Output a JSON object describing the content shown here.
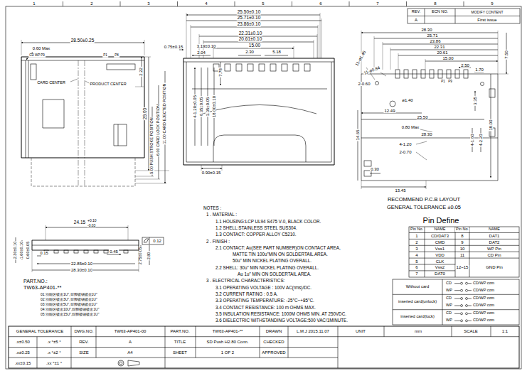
{
  "diagram": {
    "labels": [
      "1",
      "2",
      "3",
      "4",
      "5",
      "6",
      "7",
      "8",
      "9",
      "REV.",
      "ECN NO.",
      "MODIFY CONTENT",
      "A",
      "First issue",
      "28.50±0.25",
      "0.60 Max",
      "CD WP P9",
      "P1",
      "P8",
      "CARD CENTER",
      "PRODUCT CENTER",
      "2.22",
      "29.00",
      "5.00 PUSH STROKE POSITION",
      "6.00 CARD LOCK POSITION",
      "11.00 CARD EJECTED POSITION",
      "0.75±0.15",
      "25.50±0.10",
      "25.71±0.10",
      "23.86±0.10",
      "22.31±0.10",
      "20.61±0.10",
      "15.00",
      "3.19±0.10",
      "2.04",
      "2.30",
      "5.18",
      "7.78",
      "4-1.20±0.05",
      "6.35±0.05",
      "3.35±0.05",
      "18.00±0.10",
      "0.90±0.15",
      "28.30",
      "25.71",
      "23.86",
      "22.31",
      "20.61",
      "15.00",
      "2.50",
      "1.70",
      "P1",
      "P9",
      "7.50",
      "11-ø1.45",
      "11-ø0.84",
      "2-0.60",
      "ø1.40",
      "12.49",
      "25.50",
      "0.80 Max",
      "14.65",
      "28.30",
      "4-1.20",
      "2-0.70",
      "0.30",
      "13.45",
      "3.35",
      "4-1.60",
      "4-2.20",
      "18.00",
      "RECOMMEND P.C.B LAYOUT",
      "GENERAL TOLERANCE ±0.05",
      "24.15",
      "+0.10",
      "-0.03",
      "0.12",
      "2.30±0.10",
      "1.60±0.10",
      "0.60±0.05",
      "0.15",
      "0.45",
      "22.85±0.10",
      "28.30±0.10",
      "2.75±0.05",
      "2.80",
      "PART.NO.:",
      "TW63-AP401-**",
      "01:功能区镀金1U\",焊脚镀锡镀金1U\"",
      "02:功能区镀金3U\",焊脚镀锡镀金1U\"",
      "03:功能区镀金5U\",焊脚镀锡镀金1U\"",
      "04:功能区镀金10U\",焊脚镀锡镀金1U\"",
      "05:功能区镀金15U\",焊脚镀锡镀金1U\"",
      "NOTES :",
      "1 . MATERIAL :",
      "1.1 HOUSING:LCP UL94 S475 V-0, BLACK COLOR.",
      "1.2 SHELL:STAINLESS STEEL SUS304.",
      "1.3 CONTACT: COPPER ALLOY C5210.",
      "2 . FINISH :",
      "2.1 CONTACT: Au(SEE PART NUMBER)ON CONTACT AREA,",
      "MATTE TIN 100u\"MIN ON SOLDERTAIL AREA.",
      "50u\" MIN NICKEL PLATING OVERALL.",
      "2.2 SHELL: 30u\" MIN NICKEL PLATING OVERALL.",
      "Au 1u\" MIN ON SOLDERTAIL AREA.",
      "3 . ELECTRICAL CHARACTERISTICS:",
      "3.1 OPERATING VOLTAGE : 100V AC(rms)/DC.",
      "3.2 CURRENT RATING : 0.5 A.",
      "3.3 OPERATING TEMPERATURE: -25°C~+85°C.",
      "3.4 CONTACT RESISTANCE: 100 m OHMS MAX.",
      "3.5 INSULATION RESISTANCE: 1000M OHMS MIN. AT 250VDC.",
      "3.6 DIELECTRIC WITHSTANDING VOLTAGE:500 VAC/1MINUTE.",
      "Pin Define",
      "Pin No.",
      "NAME",
      "Pin No.",
      "NAME",
      "1",
      "CD/DAT3",
      "8",
      "DAT1",
      "2",
      "CMD",
      "9",
      "DAT2",
      "3",
      "Vss1",
      "10",
      "WP Pin",
      "4",
      "VDD",
      "11",
      "CD Pin",
      "5",
      "CLK",
      "6",
      "Vss2",
      "7",
      "DAT0",
      "12~15",
      "GND Pin",
      "Without card",
      "CD",
      "CD/WP com",
      "WP",
      "CD/WP com",
      "inserted card(unlock)",
      "CD",
      "CD/WP com",
      "WP",
      "CD/WP com",
      "inserted card(lock)",
      "CD",
      "CD/WP com",
      "WP",
      "CD/WP com",
      "GENERAL TOLERANCE",
      "DWG.NO.",
      "TW63-AP401-00",
      ".x±0.50",
      ".x °±5 °",
      "REV.",
      "A",
      ".x±0.25",
      ".x °±2 °",
      "SIZE",
      "A4",
      ".xx±0.15",
      ".xx °±1 °",
      "PART.NO.",
      "TW63-AP401-**",
      "DRAWN",
      "L.M.J 2015.11.07",
      "UNIT",
      "mm",
      "SCALE",
      "1:1",
      "TITLE",
      "SD Push H2.80 Conn.",
      "CHECKED",
      "SHEET",
      "1 OF 2",
      "APPROVED"
    ]
  }
}
